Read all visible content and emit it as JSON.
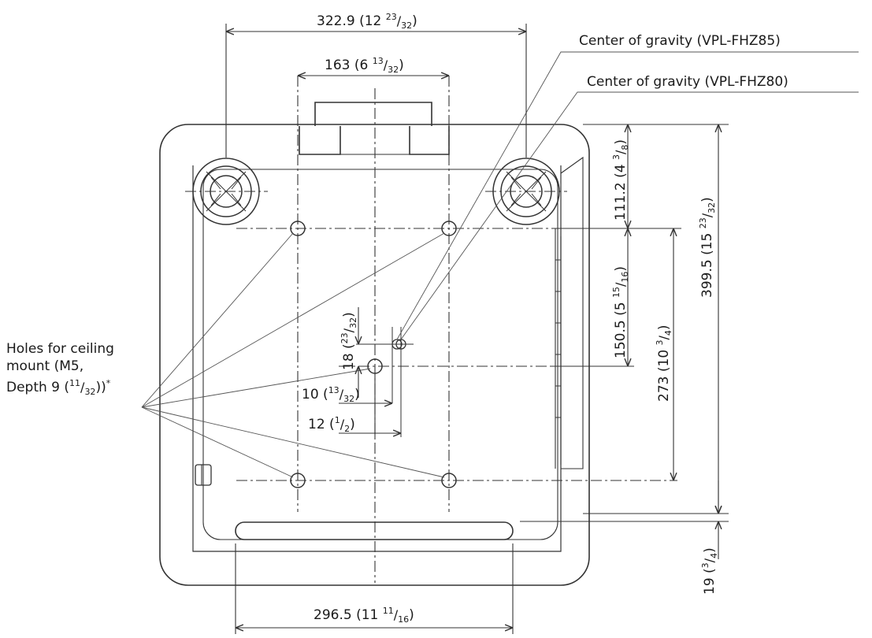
{
  "callouts": {
    "cog_fhz85": "Center of gravity (VPL-FHZ85)",
    "cog_fhz80": "Center of gravity (VPL-FHZ80)",
    "holes": {
      "line1": "Holes for ceiling",
      "line2": "mount (M5,",
      "line3": "Depth 9",
      "frac_num": "11",
      "frac_den": "32",
      "asterisk": "*"
    }
  },
  "dimensions": {
    "width_top": {
      "value": "322.9",
      "whole": "12",
      "num": "23",
      "den": "32"
    },
    "width_inner": {
      "value": "163",
      "whole": "6",
      "num": "13",
      "den": "32"
    },
    "width_bottom": {
      "value": "296.5",
      "whole": "11",
      "num": "11",
      "den": "16"
    },
    "depth_total": {
      "value": "399.5",
      "whole": "15",
      "num": "23",
      "den": "32"
    },
    "depth_front": {
      "value": "111.2",
      "whole": "4",
      "num": "3",
      "den": "8"
    },
    "depth_holes": {
      "value": "273",
      "whole": "10",
      "num": "3",
      "den": "4"
    },
    "depth_cog": {
      "value": "150.5",
      "whole": "5",
      "num": "15",
      "den": "16"
    },
    "depth_rear": {
      "value": "19",
      "whole": "",
      "num": "3",
      "den": "4"
    },
    "cog_offset_y": {
      "value": "18",
      "whole": "",
      "num": "23",
      "den": "32"
    },
    "cog_offset_x1": {
      "value": "10",
      "whole": "",
      "num": "13",
      "den": "32"
    },
    "cog_offset_x2": {
      "value": "12",
      "whole": "",
      "num": "1",
      "den": "2"
    }
  }
}
